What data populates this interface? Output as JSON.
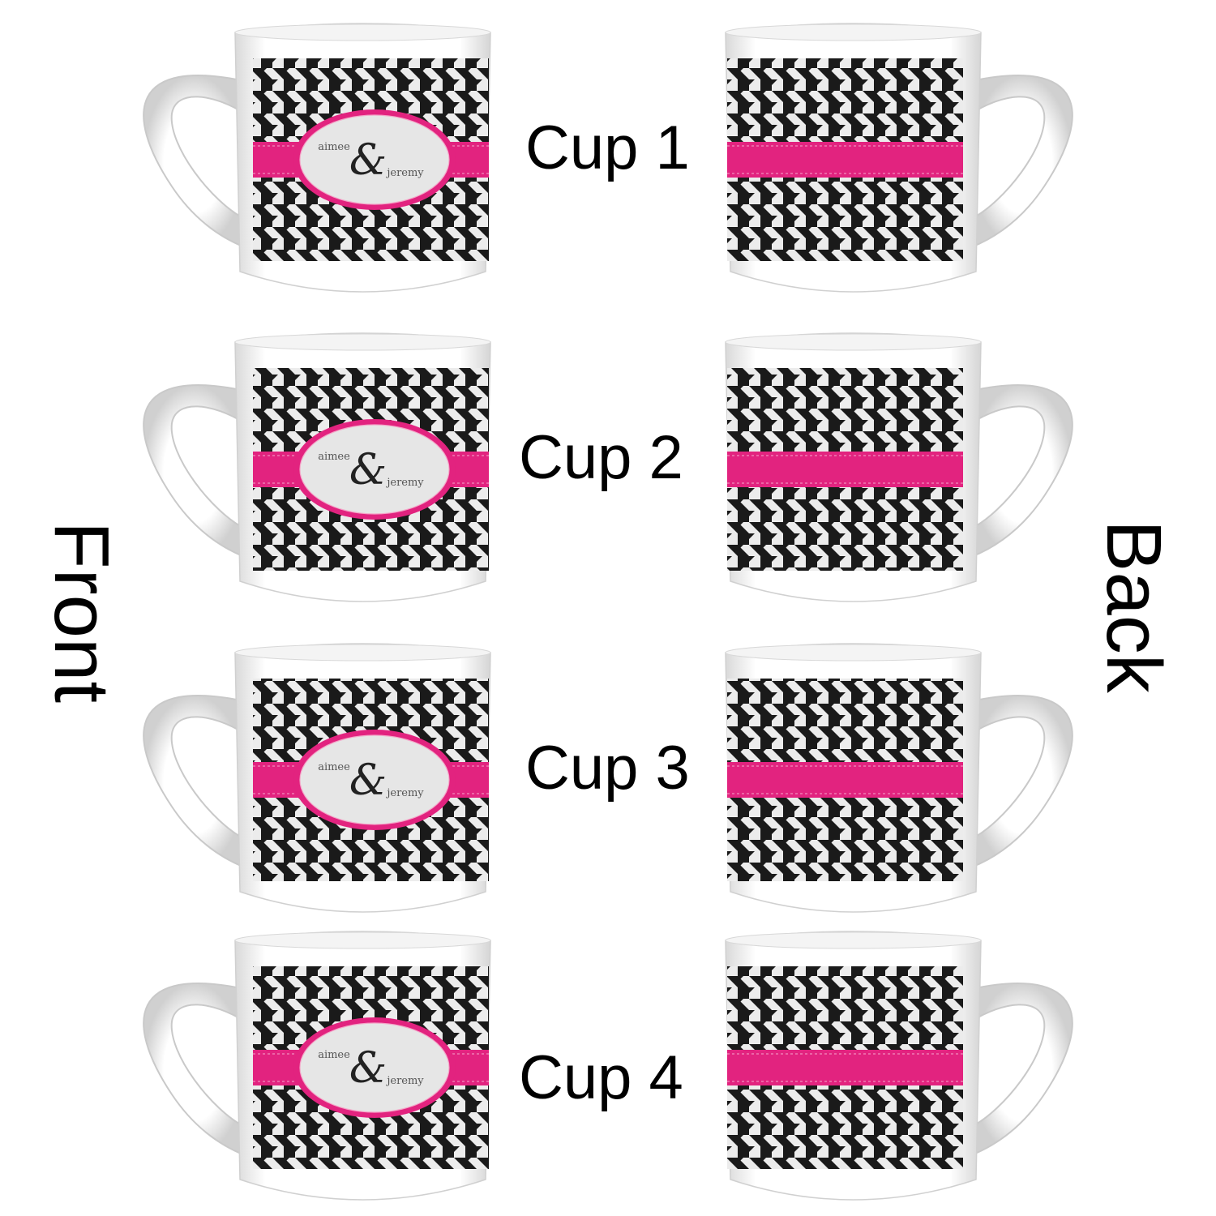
{
  "labels": {
    "front": "Front",
    "back": "Back"
  },
  "cups": [
    {
      "label": "Cup 1"
    },
    {
      "label": "Cup 2"
    },
    {
      "label": "Cup 3"
    },
    {
      "label": "Cup 4"
    }
  ],
  "monogram": {
    "name_top": "aimee",
    "ampersand": "&",
    "name_bottom": "jeremy"
  },
  "colors": {
    "band": "#e2237f",
    "houndstooth_dark": "#1a1a1a",
    "houndstooth_light": "#ececec",
    "oval_fill": "#e6e6e6"
  }
}
